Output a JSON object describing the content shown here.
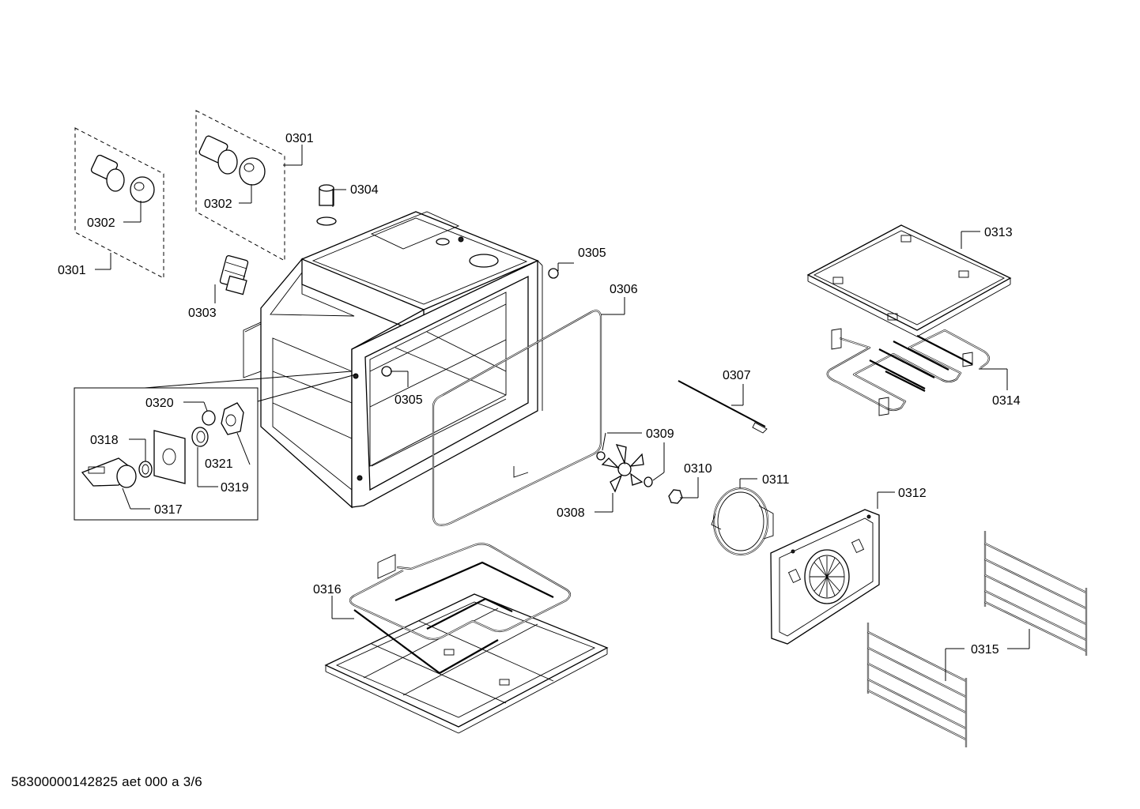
{
  "footer": {
    "doc_code": "58300000142825 aet 000 a 3/6"
  },
  "callouts": {
    "c0301a": "0301",
    "c0301b": "0301",
    "c0302a": "0302",
    "c0302b": "0302",
    "c0303": "0303",
    "c0304": "0304",
    "c0305a": "0305",
    "c0305b": "0305",
    "c0306": "0306",
    "c0307": "0307",
    "c0308": "0308",
    "c0309": "0309",
    "c0310": "0310",
    "c0311": "0311",
    "c0312": "0312",
    "c0313": "0313",
    "c0314": "0314",
    "c0315": "0315",
    "c0316": "0316",
    "c0317": "0317",
    "c0318": "0318",
    "c0319": "0319",
    "c0320": "0320",
    "c0321": "0321"
  }
}
